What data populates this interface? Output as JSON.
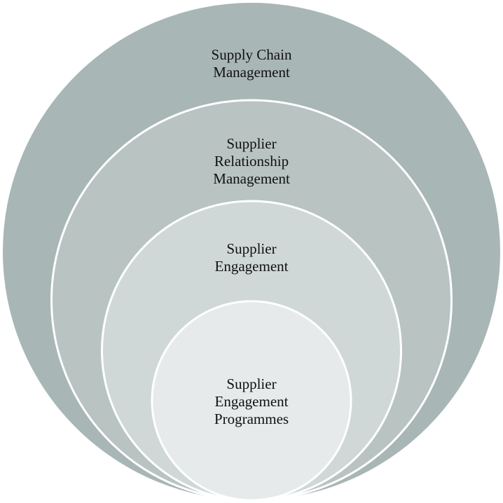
{
  "diagram": {
    "type": "nested-circles",
    "circles": [
      {
        "lines": [
          "Supply Chain",
          "Management"
        ],
        "fill": "#a8b6b5"
      },
      {
        "lines": [
          "Supplier",
          "Relationship",
          "Management"
        ],
        "fill": "#b8c3c2"
      },
      {
        "lines": [
          "Supplier",
          "Engagement"
        ],
        "fill": "#d0d8d7"
      },
      {
        "lines": [
          "Supplier",
          "Engagement",
          "Programmes"
        ],
        "fill": "#e6eaea"
      }
    ],
    "stroke_color": "#ffffff"
  }
}
